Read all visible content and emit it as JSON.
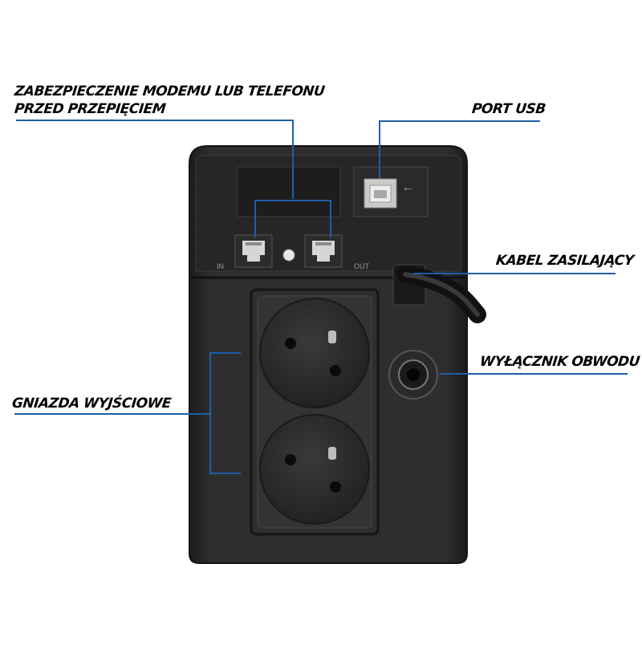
{
  "callouts": {
    "modem_protection": {
      "line1": "ZABEZPIECZENIE  MODEMU LUB TELEFONU",
      "line2": "PRZED PRZEPIĘCIEM"
    },
    "usb_port": "PORT USB",
    "power_cable": "KABEL ZASILAJĄCY",
    "circuit_breaker": "WYŁĄCZNIK OBWODU",
    "output_sockets": "GNIAZDA WYJŚCIOWE"
  },
  "device": {
    "in_label": "IN",
    "out_label": "OUT",
    "usb_symbol": "⭠"
  },
  "colors": {
    "leader_line": "#1f5ea8",
    "device_body": "#2a2a2a",
    "device_panel": "#1e1e1e",
    "socket_face": "#2c2c2c"
  }
}
